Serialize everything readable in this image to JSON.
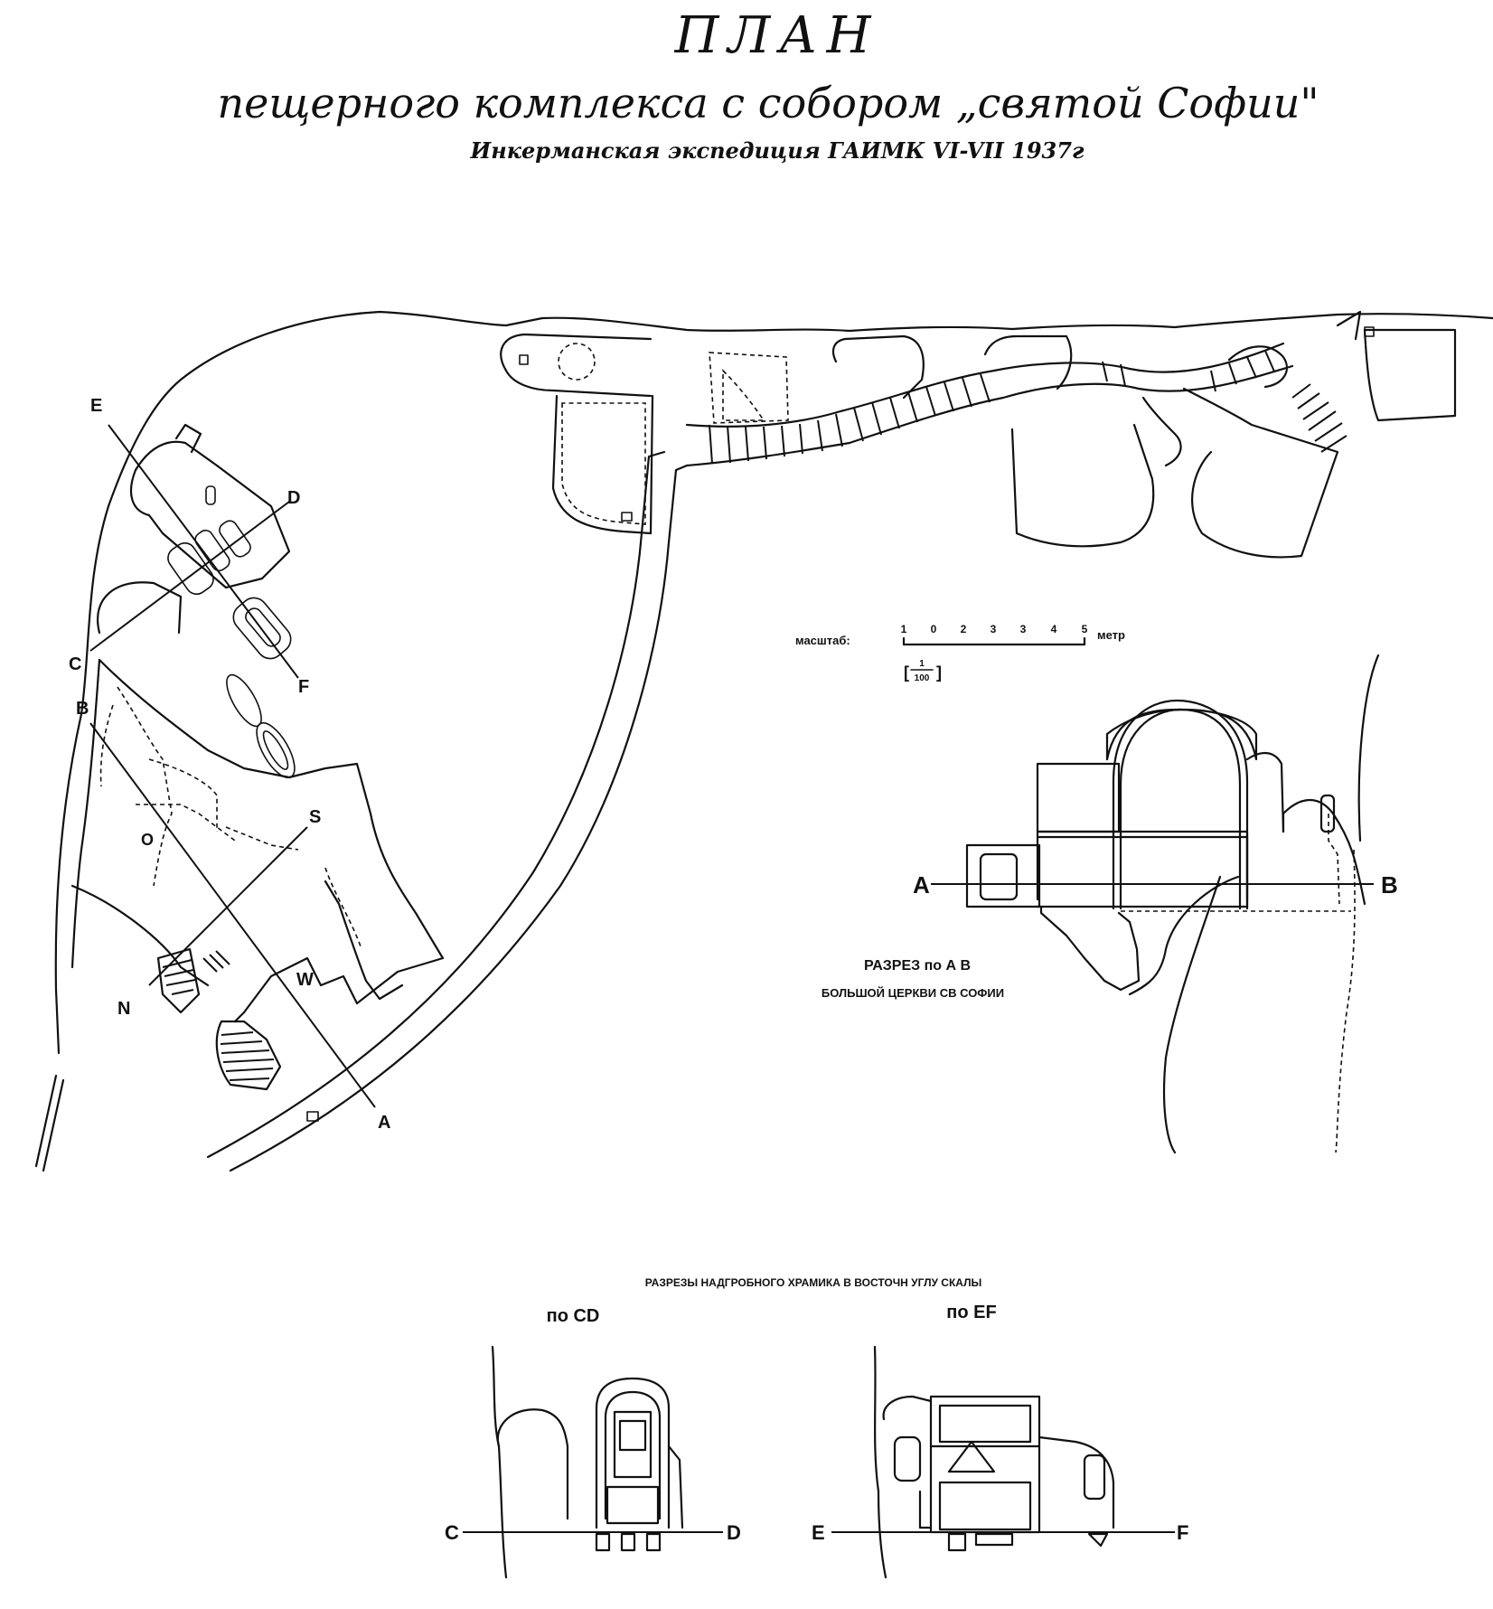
{
  "title": {
    "main": "ПЛАН",
    "subtitle": "пещерного комплекса с собором „святой Софии\"",
    "expedition": "Инкерманская экспедиция ГАИМК VI-VII 1937г"
  },
  "plan_labels": {
    "e": "E",
    "d": "D",
    "c": "C",
    "f": "F",
    "b": "B",
    "o": "O",
    "s": "S",
    "n": "N",
    "w": "W",
    "a": "A"
  },
  "scale": {
    "label": "масштаб:",
    "ticks": [
      "1",
      "0",
      "2",
      "3",
      "3",
      "4",
      "5"
    ],
    "unit": "метр",
    "ratio_num": "1",
    "ratio_den": "100"
  },
  "section_ab": {
    "end_a": "A",
    "end_b": "B",
    "caption_line1": "РАЗРЕЗ по А В",
    "caption_line2": "БОЛЬШОЙ ЦЕРКВИ СВ СОФИИ"
  },
  "bottom_sections": {
    "heading": "РАЗРЕЗЫ НАДГРОБНОГО ХРАМИКА В ВОСТОЧН УГЛУ СКАЛЫ",
    "cd": {
      "title": "по CD",
      "end_c": "C",
      "end_d": "D"
    },
    "ef": {
      "title": "по EF",
      "end_e": "E",
      "end_f": "F"
    }
  }
}
